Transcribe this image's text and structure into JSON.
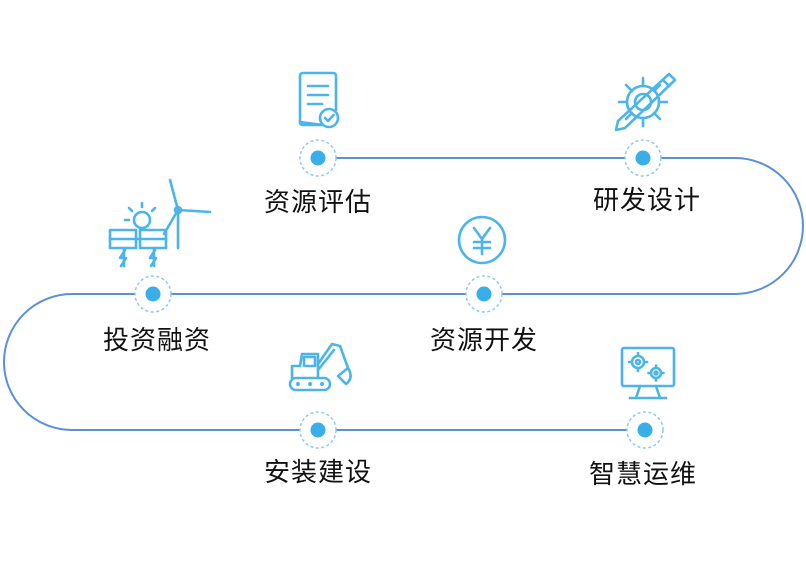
{
  "steps": [
    {
      "label": "资源评估",
      "icon": "document-check-icon"
    },
    {
      "label": "研发设计",
      "icon": "gear-pencil-icon"
    },
    {
      "label": "资源开发",
      "icon": "yuan-coin-icon"
    },
    {
      "label": "投资融资",
      "icon": "solar-wind-icon"
    },
    {
      "label": "安装建设",
      "icon": "excavator-icon"
    },
    {
      "label": "智慧运维",
      "icon": "monitor-gears-icon"
    }
  ],
  "colors": {
    "path": "#5b8fd6",
    "node_dot": "#3aaee8",
    "node_ring": "#8ccbef",
    "icon": "#4bb5ea",
    "label": "#111111"
  }
}
